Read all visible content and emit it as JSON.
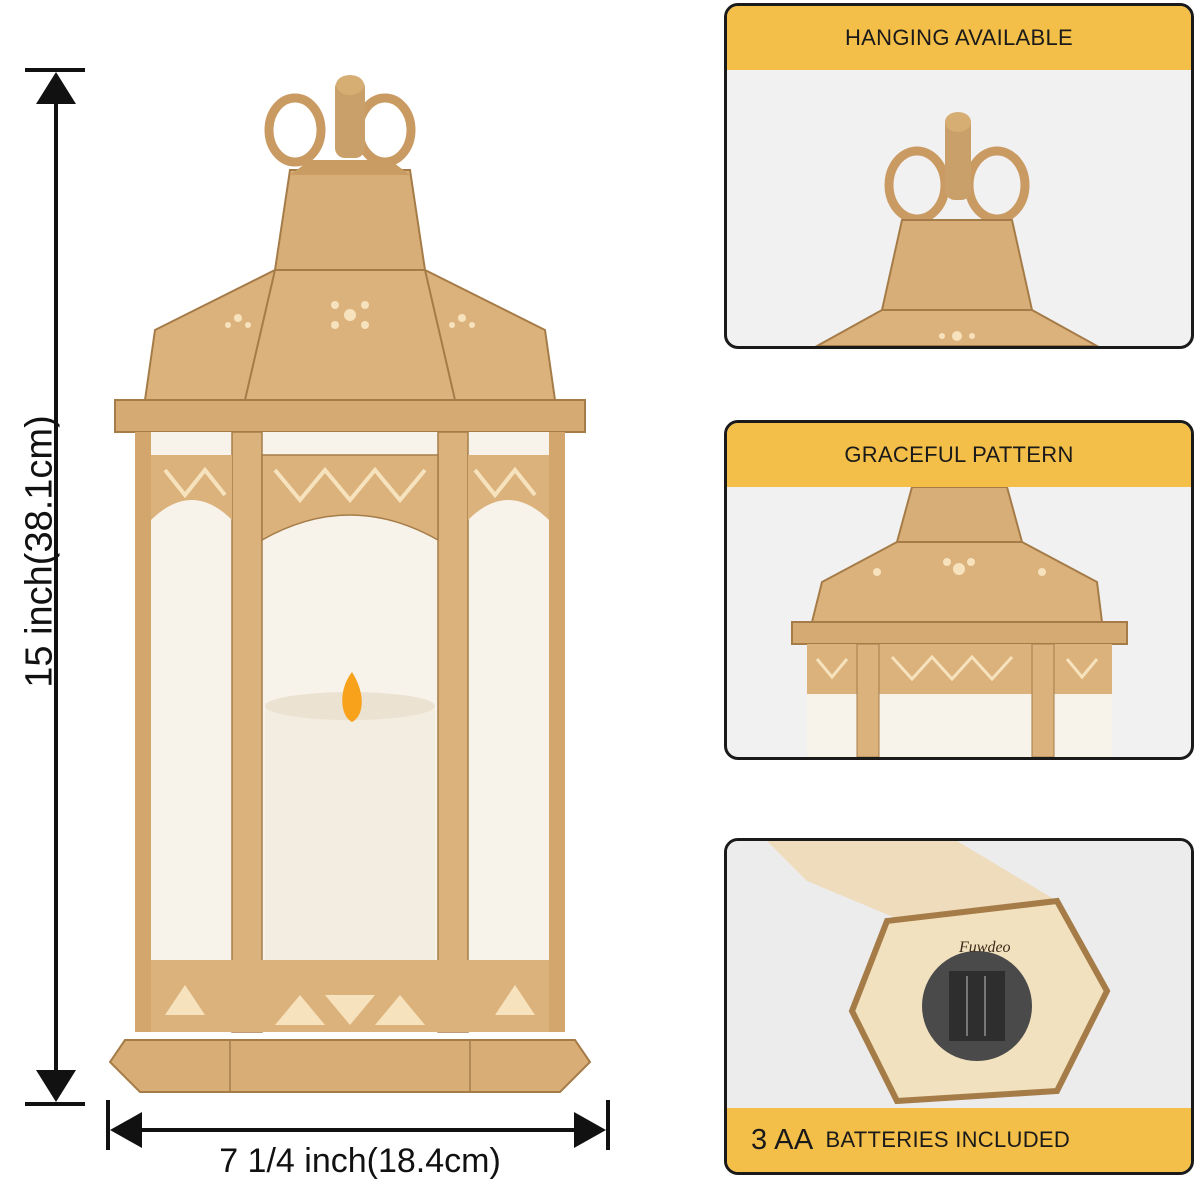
{
  "dimensions": {
    "height_label": "15  inch(38.1cm)",
    "width_label": "7 1/4 inch(18.4cm)"
  },
  "panels": {
    "hanging": {
      "label": "HANGING AVAILABLE"
    },
    "pattern": {
      "label": "GRACEFUL PATTERN"
    },
    "batteries": {
      "count_label": "3 AA",
      "label": "BATTERIES INCLUDED",
      "brand": "Fuwdeo"
    }
  },
  "colors": {
    "banner": "#f4bf48",
    "lantern_body": "#dcb27c",
    "lantern_shadow": "#b98d57",
    "candle": "#f3ece0",
    "flame": "#f7a21a"
  }
}
